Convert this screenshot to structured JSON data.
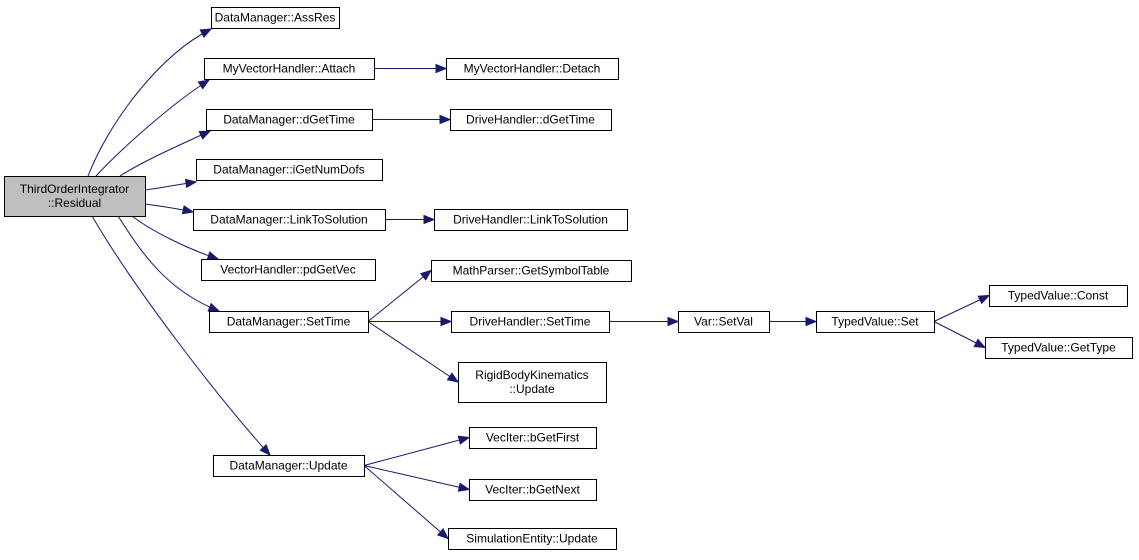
{
  "colors": {
    "edge": "#191970",
    "root_fill": "#bfbfbf",
    "node_fill": "#ffffff",
    "node_stroke": "#000000"
  },
  "nodes": [
    {
      "id": "n0",
      "lines": [
        "ThirdOrderIntegrator",
        "::Residual"
      ],
      "root": true
    },
    {
      "id": "n1",
      "lines": [
        "DataManager::AssRes"
      ]
    },
    {
      "id": "n2",
      "lines": [
        "MyVectorHandler::Attach"
      ]
    },
    {
      "id": "n3",
      "lines": [
        "MyVectorHandler::Detach"
      ]
    },
    {
      "id": "n4",
      "lines": [
        "DataManager::dGetTime"
      ]
    },
    {
      "id": "n5",
      "lines": [
        "DriveHandler::dGetTime"
      ]
    },
    {
      "id": "n6",
      "lines": [
        "DataManager::iGetNumDofs"
      ]
    },
    {
      "id": "n7",
      "lines": [
        "DataManager::LinkToSolution"
      ]
    },
    {
      "id": "n8",
      "lines": [
        "DriveHandler::LinkToSolution"
      ]
    },
    {
      "id": "n9",
      "lines": [
        "VectorHandler::pdGetVec"
      ]
    },
    {
      "id": "n10",
      "lines": [
        "MathParser::GetSymbolTable"
      ]
    },
    {
      "id": "n11",
      "lines": [
        "DataManager::SetTime"
      ]
    },
    {
      "id": "n12",
      "lines": [
        "DriveHandler::SetTime"
      ]
    },
    {
      "id": "n13",
      "lines": [
        "Var::SetVal"
      ]
    },
    {
      "id": "n14",
      "lines": [
        "TypedValue::Set"
      ]
    },
    {
      "id": "n15",
      "lines": [
        "TypedValue::Const"
      ]
    },
    {
      "id": "n16",
      "lines": [
        "TypedValue::GetType"
      ]
    },
    {
      "id": "n17",
      "lines": [
        "RigidBodyKinematics",
        "::Update"
      ]
    },
    {
      "id": "n18",
      "lines": [
        "DataManager::Update"
      ]
    },
    {
      "id": "n19",
      "lines": [
        "VecIter::bGetFirst"
      ]
    },
    {
      "id": "n20",
      "lines": [
        "VecIter::bGetNext"
      ]
    },
    {
      "id": "n21",
      "lines": [
        "SimulationEntity::Update"
      ]
    }
  ],
  "edges": [
    {
      "from": "n0",
      "to": "n1"
    },
    {
      "from": "n0",
      "to": "n2"
    },
    {
      "from": "n0",
      "to": "n4"
    },
    {
      "from": "n0",
      "to": "n6"
    },
    {
      "from": "n0",
      "to": "n7"
    },
    {
      "from": "n0",
      "to": "n9"
    },
    {
      "from": "n0",
      "to": "n11"
    },
    {
      "from": "n0",
      "to": "n18"
    },
    {
      "from": "n2",
      "to": "n3"
    },
    {
      "from": "n4",
      "to": "n5"
    },
    {
      "from": "n7",
      "to": "n8"
    },
    {
      "from": "n11",
      "to": "n10"
    },
    {
      "from": "n11",
      "to": "n12"
    },
    {
      "from": "n11",
      "to": "n17"
    },
    {
      "from": "n12",
      "to": "n13"
    },
    {
      "from": "n13",
      "to": "n14"
    },
    {
      "from": "n14",
      "to": "n15"
    },
    {
      "from": "n14",
      "to": "n16"
    },
    {
      "from": "n18",
      "to": "n19"
    },
    {
      "from": "n18",
      "to": "n20"
    },
    {
      "from": "n18",
      "to": "n21"
    }
  ]
}
